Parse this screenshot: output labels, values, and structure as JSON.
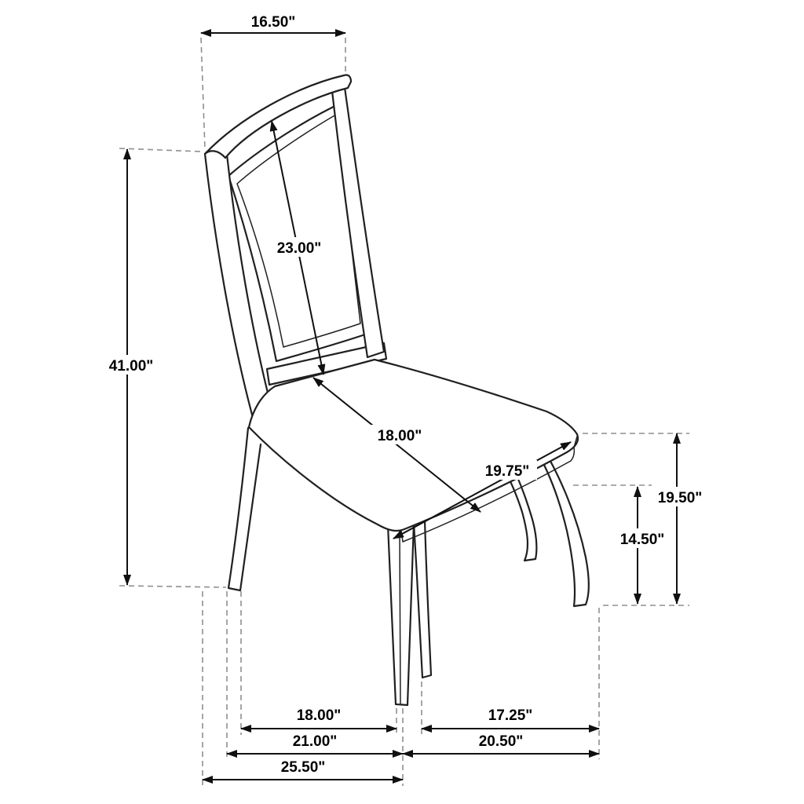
{
  "diagram": {
    "subject": "dining-side-chair-dimension-drawing",
    "colors": {
      "line": "#202020",
      "extension": "#8f8f8f",
      "label": "#000000",
      "background": "#ffffff"
    },
    "dims": {
      "top_width": "16.50\"",
      "back_height": "23.00\"",
      "overall_height": "41.00\"",
      "seat_width": "18.00\"",
      "seat_depth": "19.75\"",
      "seat_height": "19.50\"",
      "clearance_height": "14.50\"",
      "front_leg_span": "18.00\"",
      "side_leg_span": "17.25\"",
      "base_width": "21.00\"",
      "base_depth": "20.50\"",
      "overall_depth": "25.50\""
    }
  }
}
